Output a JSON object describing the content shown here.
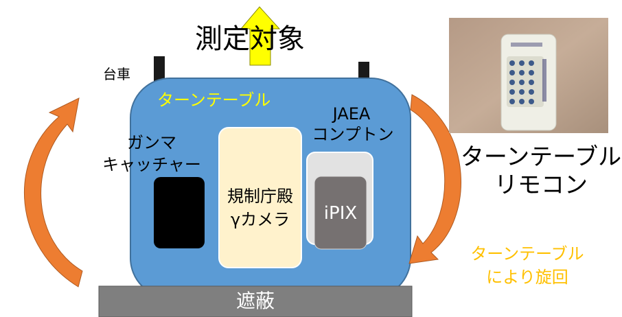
{
  "labels": {
    "target": "測定対象",
    "cart": "台車",
    "turntable": "ターンテーブル",
    "gamma_catcher_line1": "ガンマ",
    "gamma_catcher_line2": "キャッチャー",
    "jaea_line1": "JAEA",
    "jaea_line2": "コンプトン",
    "nra_line1": "規制庁殿",
    "nra_line2": "γカメラ",
    "ipix": "iPIX",
    "shield": "遮蔽",
    "remote_line1": "ターンテーブル",
    "remote_line2": "リモコン",
    "rotation_line1": "ターンテーブル",
    "rotation_line2": "により旋回"
  },
  "colors": {
    "turntable_fill": "#5b9bd5",
    "turntable_border": "#41719c",
    "shield_fill": "#7f7f7f",
    "arrow_orange": "#ed7d31",
    "target_arrow": "#ffff00",
    "turntable_text": "#ffff00",
    "rotation_text": "#ffc000",
    "nra_fill": "#fff2cc",
    "ipix_fill": "#767171"
  },
  "icons": {
    "remote_photo": "remote-control-photo"
  }
}
